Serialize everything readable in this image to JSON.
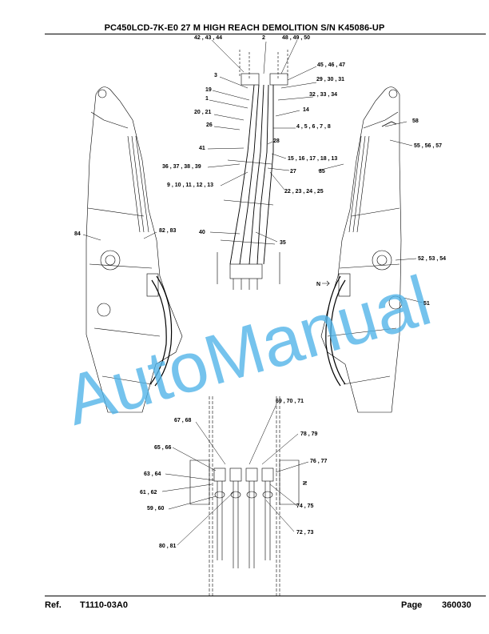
{
  "header": {
    "title": "PC450LCD-7K-E0 27 M HIGH REACH DEMOLITION S/N K45086-UP"
  },
  "footer": {
    "ref_label": "Ref.",
    "ref_value": "T1110-03A0",
    "page_label": "Page",
    "page_value": "360030"
  },
  "watermark": {
    "text": "AutoManual",
    "color": "#4fb3e8"
  },
  "drawing": {
    "direction_marks": [
      "N",
      "N"
    ],
    "callouts": [
      "42 , 43 , 44",
      "2",
      "48 , 49 , 50",
      "45 , 46 , 47",
      "3",
      "29 , 30 , 31",
      "19",
      "1",
      "32 , 33 , 34",
      "20 , 21",
      "14",
      "26",
      "4 , 5 , 6 , 7 , 8",
      "58",
      "28",
      "41",
      "55 , 56 , 57",
      "15 , 16 , 17 , 18 , 13",
      "36 , 37 , 38 , 39",
      "27",
      "85",
      "9 , 10 , 11 , 12 , 13",
      "22 , 23 , 24 , 25",
      "84",
      "82 , 83",
      "40",
      "35",
      "52 , 53 , 54",
      "51",
      "69 , 70 , 71",
      "67 , 68",
      "78 , 79",
      "65 , 66",
      "76 , 77",
      "63 , 64",
      "61 , 62",
      "74 , 75",
      "59 , 60",
      "72 , 73",
      "80 , 81"
    ]
  }
}
